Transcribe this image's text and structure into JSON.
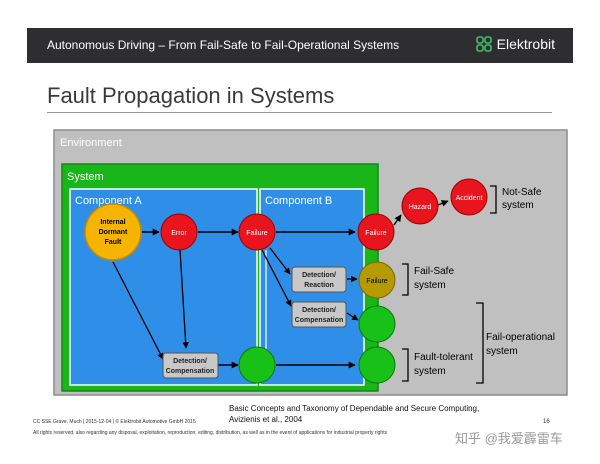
{
  "header": {
    "title": "Autonomous Driving – From Fail-Safe to Fail-Operational Systems",
    "brand": "Elektrobit"
  },
  "page_title": "Fault Propagation in Systems",
  "diagram": {
    "environment_label": "Environment",
    "system_label": "System",
    "component_a_label": "Component A",
    "component_b_label": "Component B",
    "fault_line1": "Internal",
    "fault_line2": "Dormant",
    "fault_line3": "Fault",
    "error_label": "Error",
    "failure_b_label": "Failure",
    "failure_sys_label": "Failure",
    "hazard_label": "Hazard",
    "accident_label": "Accident",
    "failure_safe_label": "Failure",
    "detection_reaction_line1": "Detection/",
    "detection_reaction_line2": "Reaction",
    "detection_comp_b_line1": "Detection/",
    "detection_comp_b_line2": "Compensation",
    "detection_comp_a_line1": "Detection/",
    "detection_comp_a_line2": "Compensation",
    "not_safe_line1": "Not-Safe",
    "not_safe_line2": "system",
    "fail_safe_line1": "Fail-Safe",
    "fail_safe_line2": "system",
    "fail_operational_line1": "Fail-operational",
    "fail_operational_line2": "system",
    "fault_tolerant_line1": "Fault-tolerant",
    "fault_tolerant_line2": "system",
    "colors": {
      "environment": "#c0c0c0",
      "system": "#19b619",
      "component": "#2f8fe8",
      "fault": "#f5b400",
      "error": "#e8141e",
      "safe_failure": "#b59a00",
      "ok": "#17c117",
      "detection_box": "#c8c8c8"
    }
  },
  "citation_line1": "Basic Concepts and Taxonomy of Dependable and Secure Computing,",
  "citation_line2": "Avizienis et al., 2004",
  "footer_line1": "CC SSE Grave, Much | 2015-12-04 | © Elektrobit Automotive GmbH 2015",
  "footer_line2": "All rights reserved, also regarding any disposal, exploitation, reproduction, editing, distribution, as well as in the event of applications for industrial property rights",
  "page_number": "16",
  "watermark": "知乎 @我爱霹雷车"
}
